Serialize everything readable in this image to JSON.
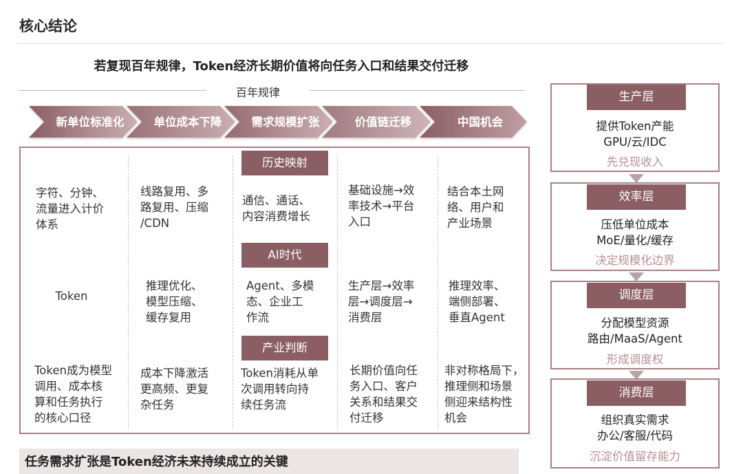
{
  "page_title": "核心结论",
  "headline": "若复现百年规律，Token经济长期价值将向任务入口和结果交付迁移",
  "law_label": "百年规律",
  "stages": [
    "新单位标准化",
    "单位成本下降",
    "需求规模扩张",
    "价值链迁移",
    "中国机会"
  ],
  "tags": {
    "history": "历史映射",
    "ai": "AI时代",
    "judgment": "产业判断"
  },
  "rows": {
    "history": [
      "字符、分钟、\n流量进入计价\n体系",
      "线路复用、多\n路复用、压缩\n/CDN",
      "通信、通话、\n内容消费增长",
      "基础设施→效\n率技术→平台\n入口",
      "结合本土网\n络、用户和\n产业场景"
    ],
    "ai": [
      "Token",
      "推理优化、\n模型压缩、\n缓存复用",
      "Agent、多模\n态、企业工\n作流",
      "生产层→效率\n层→调度层→\n消费层",
      "推理效率、\n端侧部署、\n垂直Agent"
    ],
    "judgment": [
      "Token成为模型\n调用、成本核\n算和任务执行\n的核心口径",
      "成本下降激活\n更高频、更复\n杂任务",
      "Token消耗从单\n次调用转向持\n续任务流",
      "长期价值向任\n务入口、客户\n关系和结果交\n付迁移",
      "非对称格局下，\n推理侧和场景\n侧迎来结构性\n机会"
    ]
  },
  "bottom_text": "任务需求扩张是Token经济未来持续成立的关键",
  "layers": [
    {
      "name": "生产层",
      "line1": "提供Token产能",
      "line2": "GPU/云/IDC",
      "note": "先兑现收入"
    },
    {
      "name": "效率层",
      "line1": "压低单位成本",
      "line2": "MoE/量化/缓存",
      "note": "决定规模化边界"
    },
    {
      "name": "调度层",
      "line1": "分配模型资源",
      "line2": "路由/MaaS/Agent",
      "note": "形成调度权"
    },
    {
      "name": "消费层",
      "line1": "组织真实需求",
      "line2": "办公/客服/代码",
      "note": "沉淀价值留存能力"
    }
  ],
  "colors": {
    "accent": "#8a5e63",
    "border": "#a67f84",
    "note": "#b58f95",
    "chevron_light": "#c8adb1",
    "chevron_dark": "#8a5e63",
    "bar": "#ece5e6"
  }
}
